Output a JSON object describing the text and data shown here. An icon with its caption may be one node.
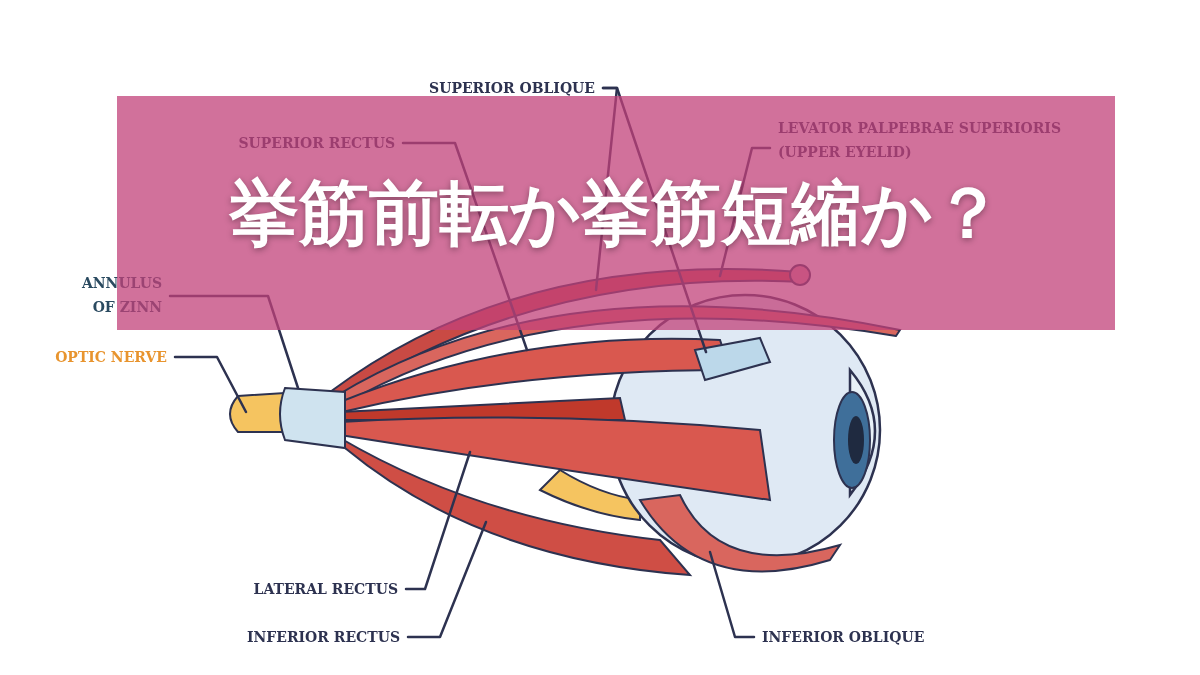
{
  "diagram": {
    "title": "挙筋前転か挙筋短縮か？",
    "nodes": [
      {
        "text": [
          "SUPERIOR OBLIQUE"
        ]
      },
      {
        "text": [
          "SUPERIOR RECTUS"
        ]
      },
      {
        "text": [
          "LEVATOR PALPEBRAE SUPERIORIS (UPPER EYELID)"
        ]
      },
      {
        "text": [
          "ANNULUS OF ZINN"
        ]
      },
      {
        "text": [
          "OPTIC NERVE"
        ]
      },
      {
        "text": [
          "LATERAL RECTUS"
        ]
      },
      {
        "text": [
          "INFERIOR RECTUS"
        ]
      },
      {
        "text": [
          "INFERIOR OBLIQUE"
        ]
      }
    ],
    "edges": [
      {
        "from": 0,
        "to": null,
        "arrow": "none"
      },
      {
        "from": 0,
        "to": null,
        "arrow": "none"
      },
      {
        "from": 1,
        "to": null,
        "arrow": "none"
      },
      {
        "from": 2,
        "to": null,
        "arrow": "none"
      },
      {
        "from": 3,
        "to": null,
        "arrow": "none"
      },
      {
        "from": 4,
        "to": null,
        "arrow": "none"
      },
      {
        "from": 5,
        "to": null,
        "arrow": "none"
      },
      {
        "from": 6,
        "to": null,
        "arrow": "none"
      },
      {
        "from": 7,
        "to": null,
        "arrow": "none"
      }
    ]
  }
}
